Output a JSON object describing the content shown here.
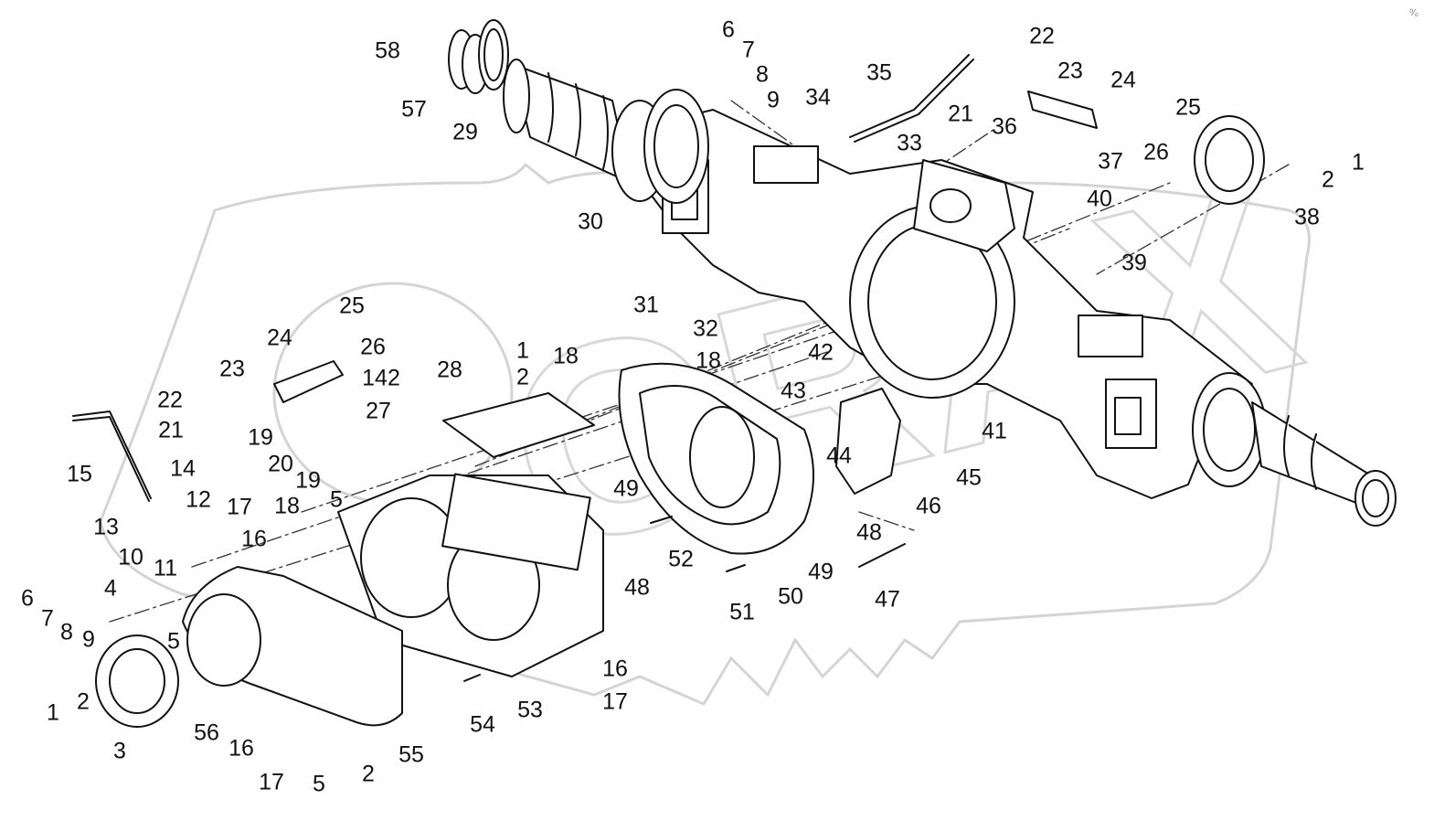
{
  "diagram": {
    "type": "exploded-parts-drawing",
    "watermark": "ORAX",
    "corner_mark": "⁰⁄₀",
    "callouts": [
      "1",
      "2",
      "3",
      "4",
      "5",
      "6",
      "7",
      "8",
      "9",
      "10",
      "11",
      "12",
      "13",
      "14",
      "15",
      "16",
      "17",
      "18",
      "19",
      "20",
      "21",
      "22",
      "23",
      "24",
      "25",
      "26",
      "27",
      "28",
      "29",
      "30",
      "31",
      "32",
      "33",
      "34",
      "35",
      "36",
      "37",
      "38",
      "39",
      "40",
      "41",
      "42",
      "43",
      "44",
      "45",
      "46",
      "47",
      "48",
      "49",
      "50",
      "51",
      "52",
      "53",
      "54",
      "55",
      "56",
      "57",
      "58",
      "142"
    ]
  }
}
